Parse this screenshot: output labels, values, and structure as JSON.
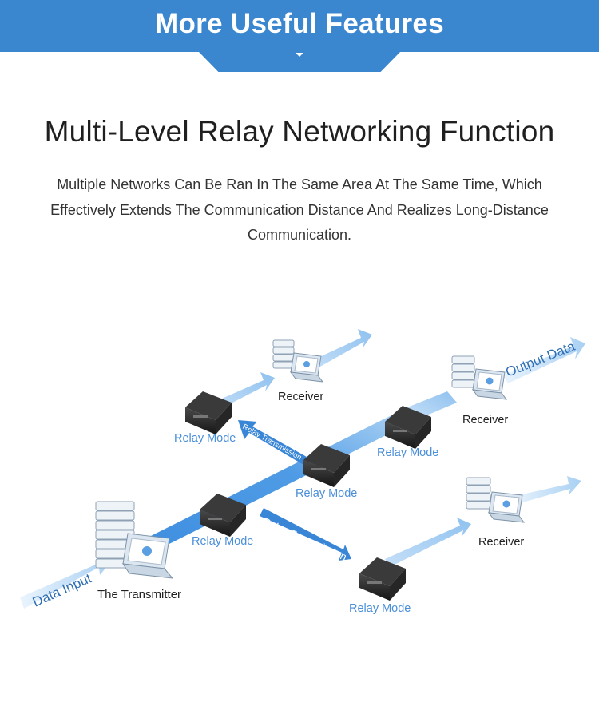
{
  "header": {
    "title": "More Useful Features"
  },
  "section": {
    "title": "Multi-Level Relay Networking Function",
    "description": "Multiple Networks Can Be Ran In The Same Area At The Same Time, Which Effectively Extends The Communication Distance And Realizes Long-Distance Communication."
  },
  "diagram": {
    "data_input": "Data Input",
    "output_data": "Output Data",
    "transmitter": "The Transmitter",
    "relay_mode": "Relay Mode",
    "receiver": "Receiver",
    "relay_transmission": "Relay Transmission"
  },
  "colors": {
    "banner": "#3a86cf",
    "flow_dark": "#3a86d6",
    "flow_light": "#a8cff2",
    "label_blue": "#4a8fd9"
  }
}
